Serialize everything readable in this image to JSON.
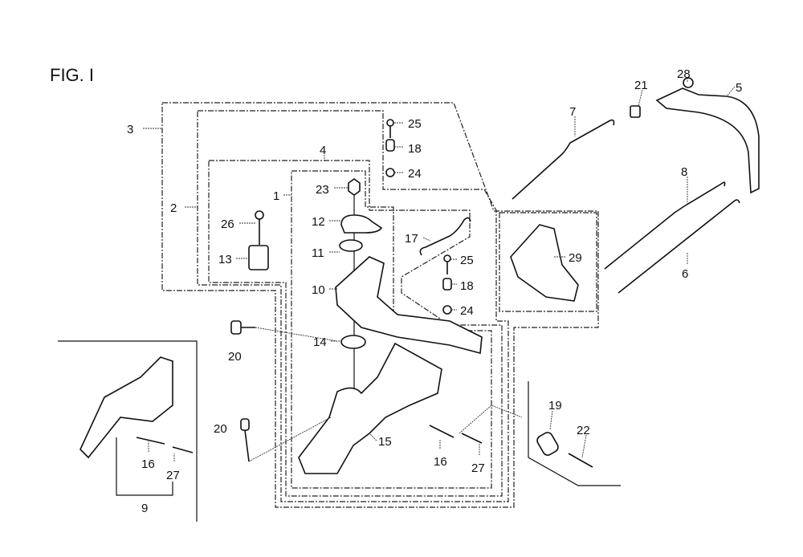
{
  "figure_title": "FIG. I",
  "callouts": [
    "1",
    "2",
    "3",
    "4",
    "5",
    "6",
    "7",
    "8",
    "9",
    "10",
    "11",
    "12",
    "13",
    "14",
    "15",
    "16",
    "16",
    "17",
    "18",
    "18",
    "19",
    "20",
    "20",
    "21",
    "22",
    "23",
    "24",
    "24",
    "25",
    "25",
    "26",
    "27",
    "27",
    "28",
    "29"
  ],
  "labels": {
    "l1": "1",
    "l2": "2",
    "l3": "3",
    "l4": "4",
    "l5": "5",
    "l6": "6",
    "l7": "7",
    "l8": "8",
    "l9": "9",
    "l10": "10",
    "l11": "11",
    "l12": "12",
    "l13": "13",
    "l14": "14",
    "l15": "15",
    "l16a": "16",
    "l16b": "16",
    "l17": "17",
    "l18a": "18",
    "l18b": "18",
    "l19": "19",
    "l20a": "20",
    "l20b": "20",
    "l21": "21",
    "l22": "22",
    "l23": "23",
    "l24a": "24",
    "l24b": "24",
    "l25a": "25",
    "l25b": "25",
    "l26": "26",
    "l27a": "27",
    "l27b": "27",
    "l28": "28",
    "l29": "29"
  }
}
